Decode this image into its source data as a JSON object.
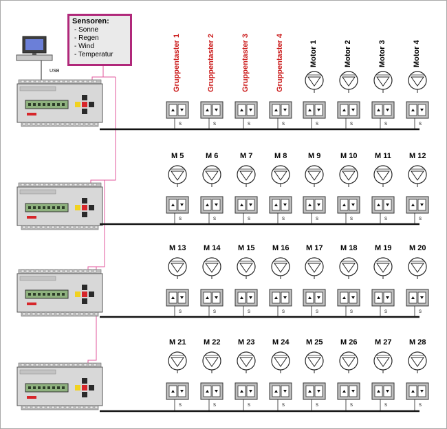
{
  "sensors": {
    "title": "Sensoren:",
    "items": [
      "- Sonne",
      "- Regen",
      "- Wind",
      "- Temperatur"
    ]
  },
  "usb_label": "USB",
  "row1_labels": [
    {
      "text": "Gruppentaster 1",
      "color": "red"
    },
    {
      "text": "Gruppentaster 2",
      "color": "red"
    },
    {
      "text": "Gruppentaster 3",
      "color": "red"
    },
    {
      "text": "Gruppentaster 4",
      "color": "red"
    },
    {
      "text": "Motor 1",
      "color": "black"
    },
    {
      "text": "Motor 2",
      "color": "black"
    },
    {
      "text": "Motor 3",
      "color": "black"
    },
    {
      "text": "Motor 4",
      "color": "black"
    }
  ],
  "row1_has_motor": [
    false,
    false,
    false,
    false,
    true,
    true,
    true,
    true
  ],
  "motor_rows": [
    [
      "M 5",
      "M 6",
      "M 7",
      "M 8",
      "M 9",
      "M 10",
      "M 11",
      "M 12"
    ],
    [
      "M 13",
      "M 14",
      "M 15",
      "M 16",
      "M 17",
      "M 18",
      "M 19",
      "M 20"
    ],
    [
      "M 21",
      "M 22",
      "M 23",
      "M 24",
      "M 25",
      "M 26",
      "M 27",
      "M 28"
    ]
  ],
  "switch_tag": "S",
  "colors": {
    "sensor_border": "#b0287a",
    "sensor_line": "#e0559b",
    "label_red": "#cc1f1f",
    "bus_line": "#111111",
    "device_body": "#d8d8d8",
    "lcd": "#8fb27f",
    "key_yellow": "#f1d21f",
    "key_red": "#d7262a"
  }
}
